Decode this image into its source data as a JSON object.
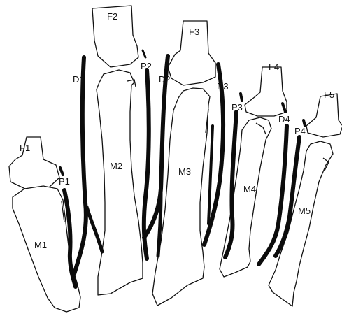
{
  "labels": {
    "F1": "F1",
    "F2": "F2",
    "F3": "F3",
    "F4": "F4",
    "F5": "F5",
    "M1": "M1",
    "M2": "M2",
    "M3": "M3",
    "M4": "M4",
    "M5": "M5",
    "D1": "D1",
    "D2": "D2",
    "D3": "D3",
    "D4": "D4",
    "P1": "P1",
    "P2": "P2",
    "P3": "P3",
    "P4": "P4"
  }
}
